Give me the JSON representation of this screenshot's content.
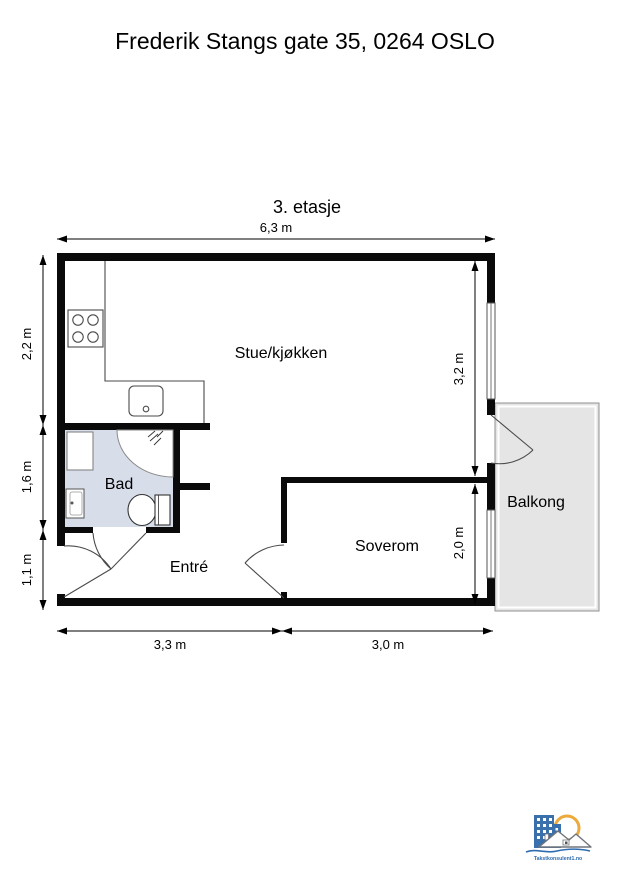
{
  "title": "Frederik Stangs gate 35, 0264 OSLO",
  "floor_label": "3. etasje",
  "rooms": {
    "living": "Stue/kjøkken",
    "bath": "Bad",
    "entry": "Entré",
    "bedroom": "Soverom",
    "balcony": "Balkong"
  },
  "dimensions": {
    "top": "6,3 m",
    "left": [
      "2,2 m",
      "1,6 m",
      "1,1 m"
    ],
    "right": [
      "3,2 m",
      "2,0 m"
    ],
    "bottom": [
      "3,3 m",
      "3,0 m"
    ]
  },
  "logo": {
    "text": "Takstkonsulent1.no"
  },
  "colors": {
    "wall": "#0a0a0a",
    "bath_floor": "#d8dee9",
    "balcony_floor": "#e4e5e4",
    "logo_blue": "#3a70ab",
    "logo_orange": "#ecaa3c"
  }
}
